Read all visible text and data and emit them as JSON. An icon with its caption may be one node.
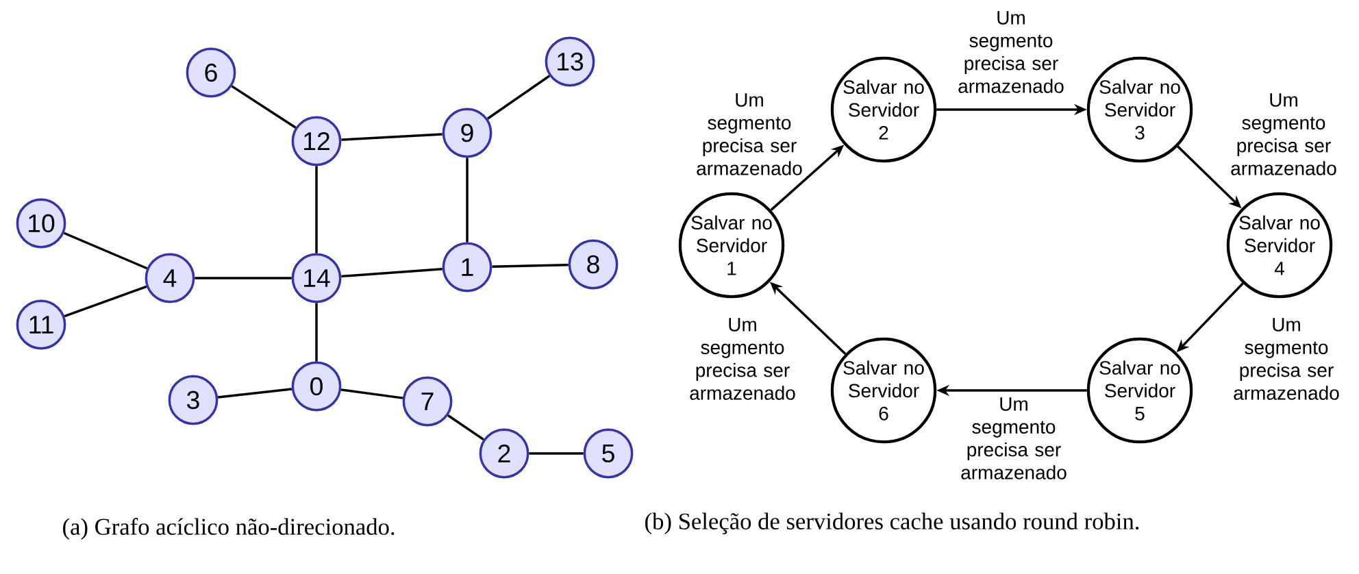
{
  "diagram": {
    "nodes": [
      {
        "text": [
          "13"
        ]
      },
      {
        "text": [
          "6"
        ]
      },
      {
        "text": [
          "12"
        ]
      },
      {
        "text": [
          "9"
        ]
      },
      {
        "text": [
          "10"
        ]
      },
      {
        "text": [
          "4"
        ]
      },
      {
        "text": [
          "14"
        ]
      },
      {
        "text": [
          "1"
        ]
      },
      {
        "text": [
          "8"
        ]
      },
      {
        "text": [
          "11"
        ]
      },
      {
        "text": [
          "3"
        ]
      },
      {
        "text": [
          "0"
        ]
      },
      {
        "text": [
          "7"
        ]
      },
      {
        "text": [
          "2"
        ]
      },
      {
        "text": [
          "5"
        ]
      },
      {
        "text": [
          "Salvar no Servidor 2"
        ]
      },
      {
        "text": [
          "Salvar no Servidor 3"
        ]
      },
      {
        "text": [
          "Salvar no Servidor 1"
        ]
      },
      {
        "text": [
          "Salvar no Servidor 4"
        ]
      },
      {
        "text": [
          "Salvar no Servidor 6"
        ]
      },
      {
        "text": [
          "Salvar no Servidor 5"
        ]
      }
    ],
    "edges": [
      {
        "from": 1,
        "to": 2,
        "arrow": "none"
      },
      {
        "from": 2,
        "to": 3,
        "arrow": "none"
      },
      {
        "from": 3,
        "to": 0,
        "arrow": "none"
      },
      {
        "from": 3,
        "to": 7,
        "arrow": "none"
      },
      {
        "from": 2,
        "to": 6,
        "arrow": "none"
      },
      {
        "from": 4,
        "to": 5,
        "arrow": "none"
      },
      {
        "from": 9,
        "to": 5,
        "arrow": "none"
      },
      {
        "from": 5,
        "to": 6,
        "arrow": "none"
      },
      {
        "from": 6,
        "to": 7,
        "arrow": "none"
      },
      {
        "from": 7,
        "to": 8,
        "arrow": "none"
      },
      {
        "from": 6,
        "to": 11,
        "arrow": "none"
      },
      {
        "from": 11,
        "to": 10,
        "arrow": "none"
      },
      {
        "from": 11,
        "to": 12,
        "arrow": "none"
      },
      {
        "from": 12,
        "to": 13,
        "arrow": "none"
      },
      {
        "from": 13,
        "to": 14,
        "arrow": "none"
      },
      {
        "from": 17,
        "to": 15,
        "arrow": "to",
        "label": "Um segmento precisa ser armazenado"
      },
      {
        "from": 15,
        "to": 16,
        "arrow": "to",
        "label": "Um segmento precisa ser armazenado"
      },
      {
        "from": 16,
        "to": 18,
        "arrow": "to",
        "label": "Um segmento precisa ser armazenado"
      },
      {
        "from": 18,
        "to": 20,
        "arrow": "to",
        "label": "Um segmento precisa ser armazenado"
      },
      {
        "from": 20,
        "to": 19,
        "arrow": "to",
        "label": "Um segmento precisa ser armazenado"
      },
      {
        "from": 19,
        "to": 17,
        "arrow": "to",
        "label": "Um segmento precisa ser armazenado"
      }
    ],
    "labels": [
      "(a) Grafo acíclico não-direcionado.",
      "(b) Seleção de servidores cache usando round robin."
    ]
  }
}
